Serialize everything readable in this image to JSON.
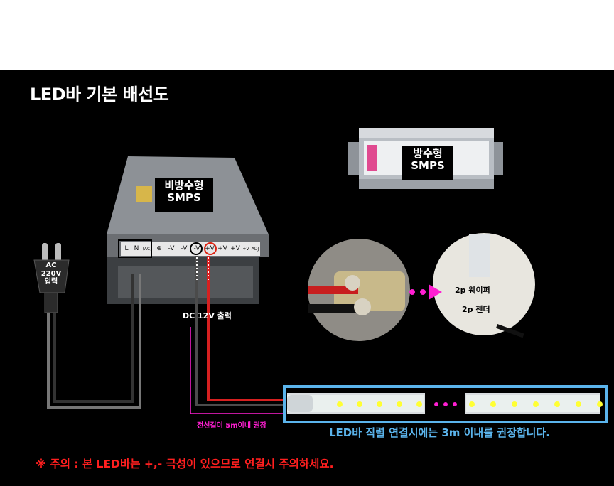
{
  "title": "LED바 기본 배선도",
  "smps_nonwaterproof": {
    "line1": "비방수형",
    "line2": "SMPS"
  },
  "smps_waterproof": {
    "line1": "방수형",
    "line2": "SMPS"
  },
  "terminal_labels": [
    "L",
    "N",
    "(AC)",
    "-V",
    "-V",
    "-V",
    "+V",
    "+V",
    "+V",
    "+V",
    "ADJ"
  ],
  "plug": {
    "line1": "AC",
    "line2": "220V",
    "line3": "입력"
  },
  "dc_output": "DC 12V 출력",
  "wire_length_note": "전선길이 5m이내 권장",
  "connector_labels": {
    "wafer": "2p 웨이퍼",
    "gender": "2p 젠더"
  },
  "series_note": "LED바 직렬 연결시에는 3m 이내를 권장합니다.",
  "warning": "※ 주의 : 본 LED바는 +,- 극성이 있으므로 연결시 주의하세요.",
  "colors": {
    "blue": "#5bb4ec",
    "magenta": "#ff1fd2",
    "red": "#ff1f1f",
    "led": "#ffff33"
  }
}
